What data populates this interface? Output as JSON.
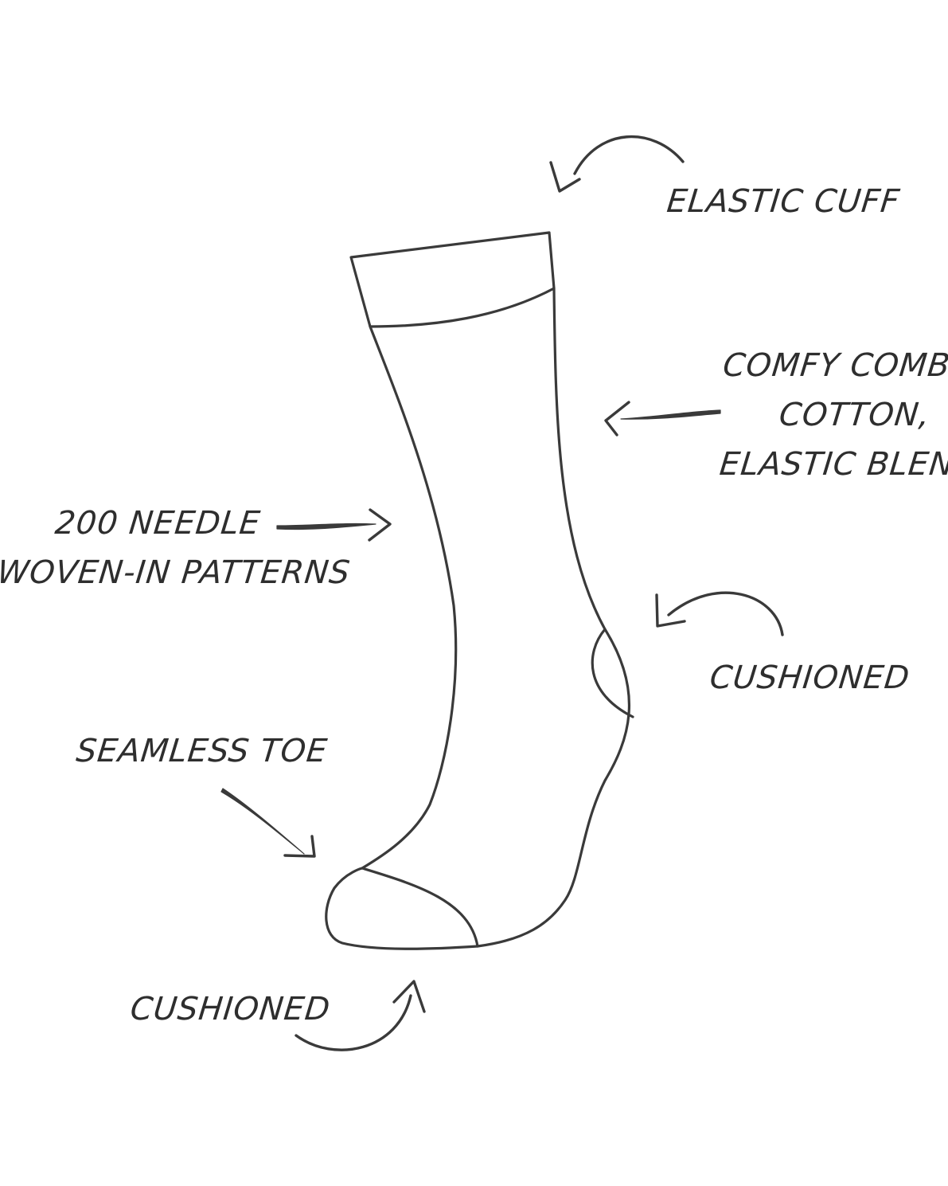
{
  "labels": {
    "elastic_cuff": "ELASTIC CUFF",
    "cotton": {
      "line1": "COMFY COMBED",
      "line2": "COTTON,",
      "line3": "ELASTIC BLEND"
    },
    "needle": {
      "line1": "200 NEEDLE",
      "line2": "WOVEN-IN PATTERNS"
    },
    "cushioned_heel": "CUSHIONED",
    "seamless_toe": "SEAMLESS TOE",
    "cushioned_sole": "CUSHIONED"
  },
  "colors": {
    "ink": "#3a3a3a",
    "background": "#ffffff"
  }
}
